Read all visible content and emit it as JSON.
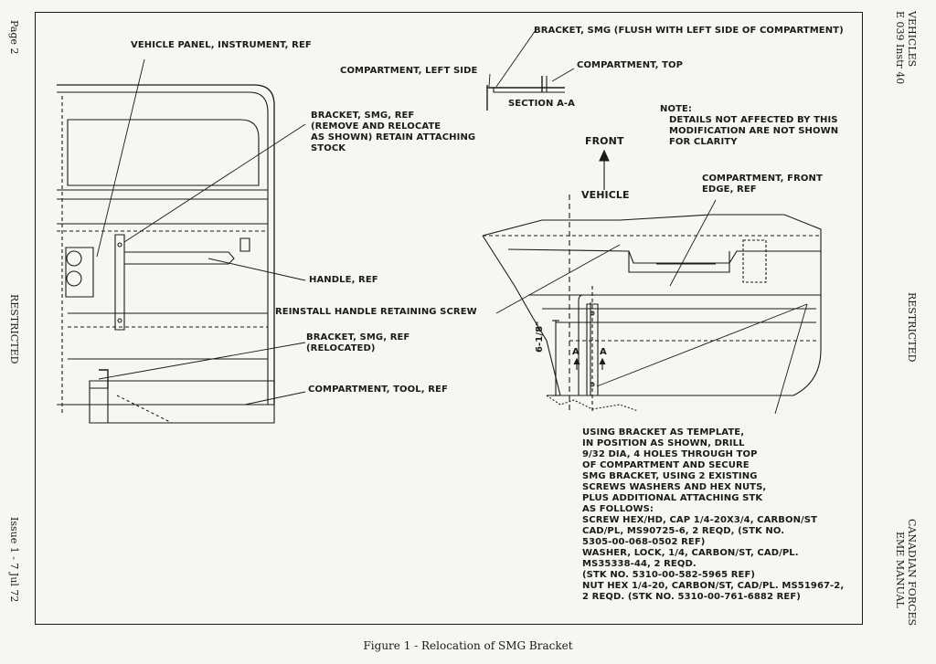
{
  "margin": {
    "page": "Page 2",
    "left_restricted": "RESTRICTED",
    "issue": "Issue 1 - 7 Jul 72",
    "vehicles": "VEHICLES",
    "instr": "E 039 Instr 40",
    "right_restricted": "RESTRICTED",
    "canadian": "CANADIAN FORCES",
    "eme": "EME MANUAL"
  },
  "callouts": {
    "vehicle_panel": "VEHICLE PANEL, INSTRUMENT, REF",
    "bracket_smg_flush": "BRACKET, SMG (FLUSH WITH LEFT SIDE OF COMPARTMENT)",
    "compartment_left": "COMPARTMENT, LEFT SIDE",
    "compartment_top": "COMPARTMENT, TOP",
    "section_aa": "SECTION A-A",
    "bracket_ref_1": "BRACKET, SMG, REF",
    "bracket_ref_2": "(REMOVE AND RELOCATE",
    "bracket_ref_3": "AS SHOWN) RETAIN ATTACHING",
    "bracket_ref_4": "STOCK",
    "note_1": "NOTE:",
    "note_2": "DETAILS NOT AFFECTED BY THIS",
    "note_3": "MODIFICATION ARE NOT SHOWN",
    "note_4": "FOR CLARITY",
    "front": "FRONT",
    "vehicle": "VEHICLE",
    "comp_front_1": "COMPARTMENT, FRONT",
    "comp_front_2": "EDGE, REF",
    "handle": "HANDLE, REF",
    "reinstall": "REINSTALL HANDLE RETAINING SCREW",
    "relocated_1": "BRACKET, SMG, REF",
    "relocated_2": "(RELOCATED)",
    "tool": "COMPARTMENT, TOOL, REF",
    "dimension": "6-1/8\"",
    "section_mark": "A"
  },
  "instructions": [
    "USING BRACKET AS TEMPLATE,",
    "IN POSITION AS SHOWN, DRILL",
    "9/32 DIA, 4 HOLES THROUGH TOP",
    "OF COMPARTMENT AND SECURE",
    "SMG BRACKET, USING 2 EXISTING",
    "SCREWS WASHERS AND HEX NUTS,",
    "PLUS ADDITIONAL ATTACHING STK",
    "AS FOLLOWS:",
    "SCREW HEX/HD, CAP 1/4-20X3/4, CARBON/ST",
    "CAD/PL, MS90725-6, 2 REQD, (STK NO.",
    "5305-00-068-0502 REF)",
    "WASHER, LOCK, 1/4, CARBON/ST, CAD/PL.",
    "MS35338-44, 2 REQD.",
    "(STK NO. 5310-00-582-5965 REF)",
    "NUT HEX 1/4-20, CARBON/ST, CAD/PL. MS51967-2,",
    "2 REQD. (STK NO. 5310-00-761-6882 REF)"
  ],
  "caption": "Figure 1 - Relocation of SMG Bracket"
}
